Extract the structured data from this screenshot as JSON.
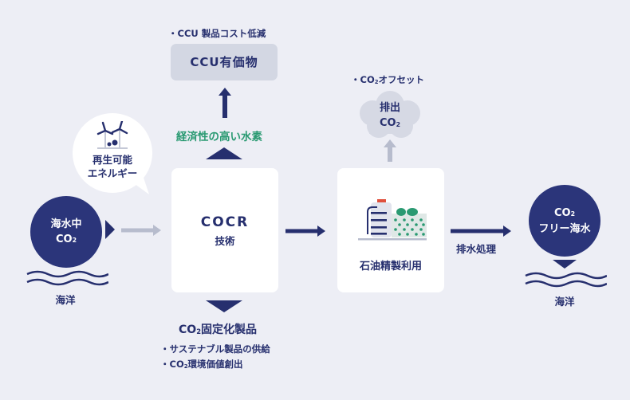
{
  "colors": {
    "background": "#edeef5",
    "navy": "#262f6e",
    "circle": "#2b357a",
    "green": "#2a9a72",
    "gray_box": "#d3d7e3",
    "gray_arrow": "#b7bccd",
    "cloud": "#d6d9e4",
    "card": "#ffffff",
    "red_cap": "#e0503c"
  },
  "ccu": {
    "note": "・CCU 製品コスト低減",
    "box_label": "CCU有価物"
  },
  "hydrogen": {
    "label": "経済性の高い水素"
  },
  "renewable": {
    "icon": "wind-turbine-icon",
    "line1": "再生可能",
    "line2": "エネルギー"
  },
  "seawater": {
    "line1": "海水中",
    "line2_main": "CO",
    "line2_sub": "2",
    "ocean_icon": "wave-icon",
    "ocean_label": "海洋"
  },
  "cocr": {
    "title": "COCR",
    "subtitle": "技術"
  },
  "fixation": {
    "title_main": "CO",
    "title_sub": "2",
    "title_rest": "固定化製品",
    "bullets": [
      {
        "prefix": "・サステナブル製品の供給",
        "sub": "",
        "rest": ""
      },
      {
        "prefix": "・CO",
        "sub": "2",
        "rest": "環境価値創出"
      }
    ]
  },
  "emission": {
    "note_prefix": "・CO",
    "note_sub": "2",
    "note_rest": "オフセット",
    "cloud_line1": "排出",
    "cloud_line2_main": "CO",
    "cloud_line2_sub": "2"
  },
  "refinery": {
    "icon": "refinery-plant-icon",
    "label": "石油精製利用"
  },
  "drainage": {
    "label": "排水処理"
  },
  "co2free": {
    "line1_main": "CO",
    "line1_sub": "2",
    "line2": "フリー海水",
    "ocean_icon": "wave-icon",
    "ocean_label": "海洋"
  }
}
